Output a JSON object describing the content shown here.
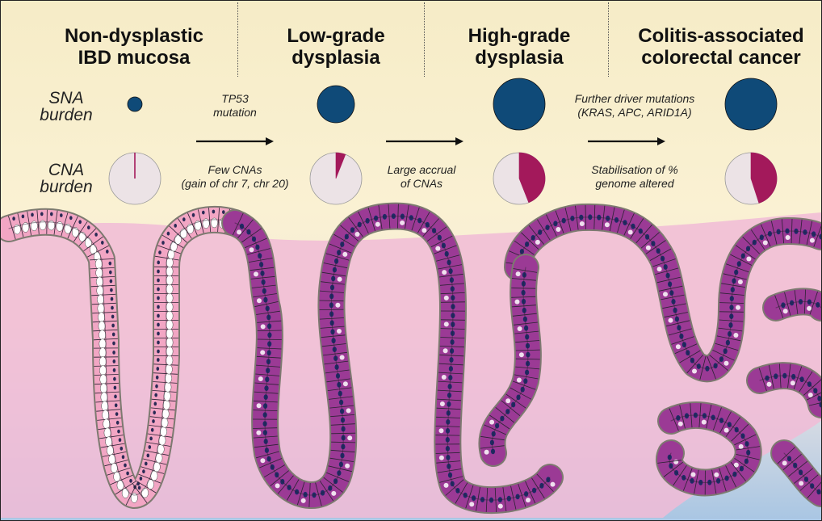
{
  "stages": [
    {
      "title_line1": "Non-dysplastic",
      "title_line2": "IBD mucosa",
      "sna_relative_size": 0.28,
      "cna_fraction": 0.01
    },
    {
      "title_line1": "Low-grade",
      "title_line2": "dysplasia",
      "sna_relative_size": 0.72,
      "cna_fraction": 0.06
    },
    {
      "title_line1": "High-grade",
      "title_line2": "dysplasia",
      "sna_relative_size": 1.0,
      "cna_fraction": 0.44
    },
    {
      "title_line1": "Colitis-associated",
      "title_line2": "colorectal cancer",
      "sna_relative_size": 1.0,
      "cna_fraction": 0.45
    }
  ],
  "row_labels": {
    "sna_line1": "SNA",
    "sna_line2": "burden",
    "cna_line1": "CNA",
    "cna_line2": "burden"
  },
  "transitions": [
    {
      "sna_line1": "TP53",
      "sna_line2": "mutation",
      "cna_line1": "Few CNAs",
      "cna_line2": "(gain of chr 7, chr 20)"
    },
    {
      "sna_line1": "",
      "sna_line2": "",
      "cna_line1": "Large accrual",
      "cna_line2": "of CNAs"
    },
    {
      "sna_line1": "Further driver mutations",
      "sna_line2": "(KRAS, APC, ARID1A)",
      "cna_line1": "Stabilisation of %",
      "cna_line2": "genome altered"
    }
  ],
  "colors": {
    "sna_marker": "#0f4a78",
    "cna_altered": "#a3195b",
    "cna_background": "#ece3e6",
    "normal_cell": "#f2a6c4",
    "dysplastic_cell": "#9b3a95",
    "nucleus_normal": "#2a2a55",
    "nucleus_dysplastic": "#1e2a66",
    "stroma": "#f1bbd6",
    "lumen": "#ffffff"
  }
}
